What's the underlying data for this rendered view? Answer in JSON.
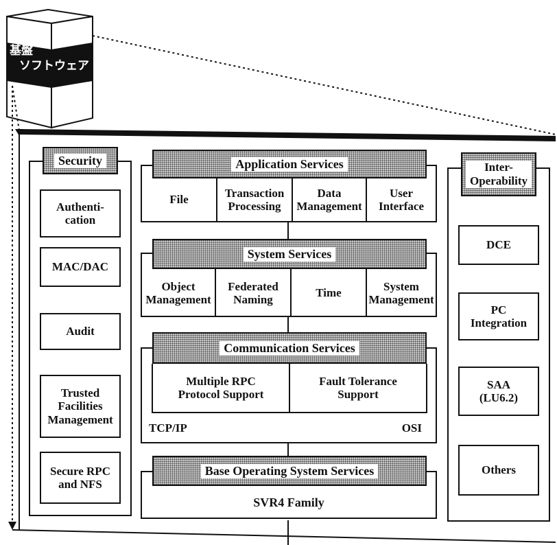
{
  "book": {
    "line1": "基盤",
    "line2": "ソフトウェア"
  },
  "security": {
    "header": "Security",
    "items": [
      "Authenti-\ncation",
      "MAC/DAC",
      "Audit",
      "Trusted\nFacilities\nManagement",
      "Secure RPC\nand NFS"
    ]
  },
  "application": {
    "header": "Application Services",
    "cells": [
      "File",
      "Transaction\nProcessing",
      "Data\nManagement",
      "User\nInterface"
    ]
  },
  "system": {
    "header": "System Services",
    "cells": [
      "Object\nManagement",
      "Federated\nNaming",
      "Time",
      "System\nManagement"
    ]
  },
  "communication": {
    "header": "Communication Services",
    "cells": [
      "Multiple RPC\nProtocol Support",
      "Fault Tolerance\nSupport"
    ],
    "left_label": "TCP/IP",
    "right_label": "OSI"
  },
  "base": {
    "header": "Base Operating System Services",
    "family": "SVR4 Family"
  },
  "interop": {
    "header": "Inter-\nOperability",
    "items": [
      "DCE",
      "PC\nIntegration",
      "SAA\n(LU6.2)",
      "Others"
    ]
  }
}
